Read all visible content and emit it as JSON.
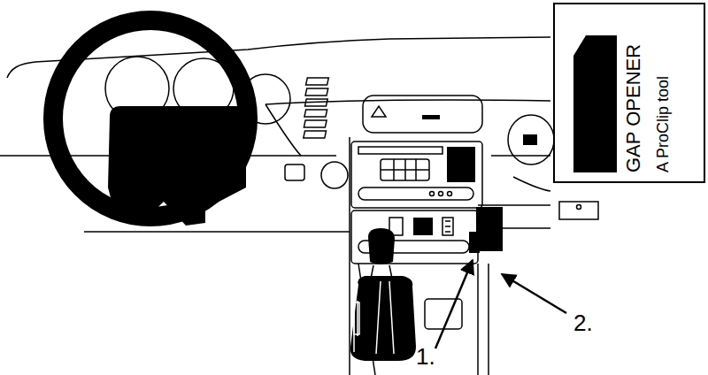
{
  "diagram": {
    "nodes": [
      {
        "text": [
          "GAP OPENER",
          "A ProClip tool"
        ]
      }
    ],
    "labels": [
      "1.",
      "2."
    ]
  }
}
